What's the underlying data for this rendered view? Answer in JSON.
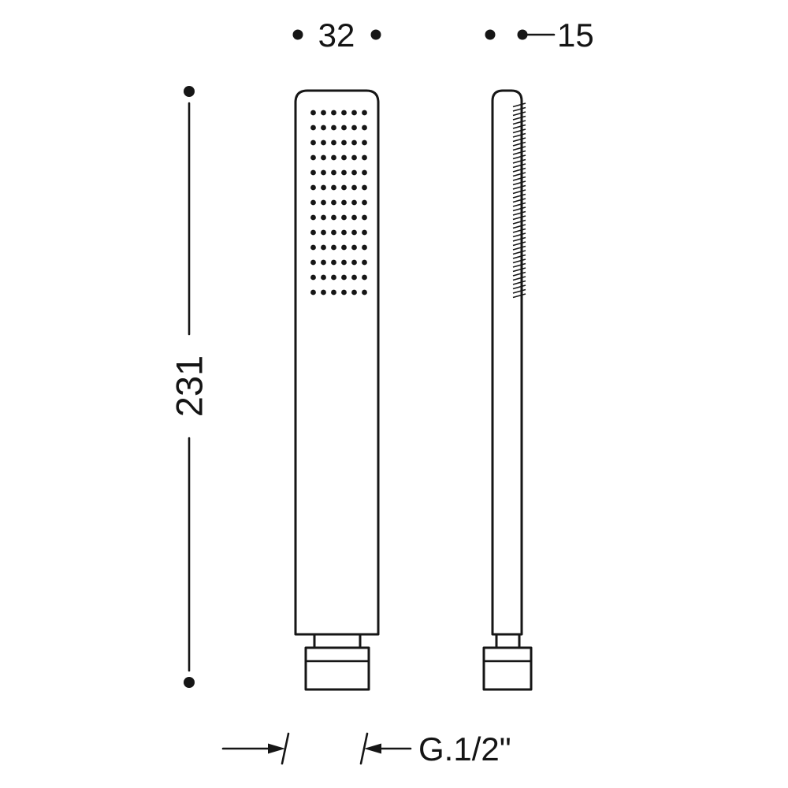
{
  "diagram": {
    "type": "technical-drawing",
    "labels": {
      "width": "32",
      "depth": "15",
      "height": "231",
      "connection": "G.1/2\""
    }
  }
}
